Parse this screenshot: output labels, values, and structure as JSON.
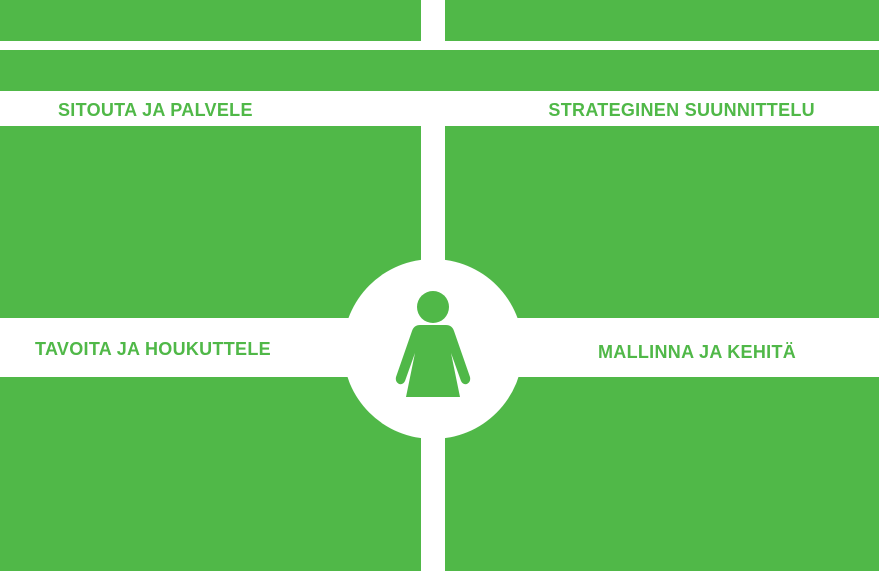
{
  "colors": {
    "accent": "#50b848",
    "background": "#ffffff"
  },
  "labels": {
    "top_left": "SITOUTA JA PALVELE",
    "top_right": "STRATEGINEN SUUNNITTELU",
    "bottom_left": "TAVOITA JA HOUKUTTELE",
    "bottom_right": "MALLINNA JA KEHITÄ"
  },
  "center_icon": "person-icon"
}
